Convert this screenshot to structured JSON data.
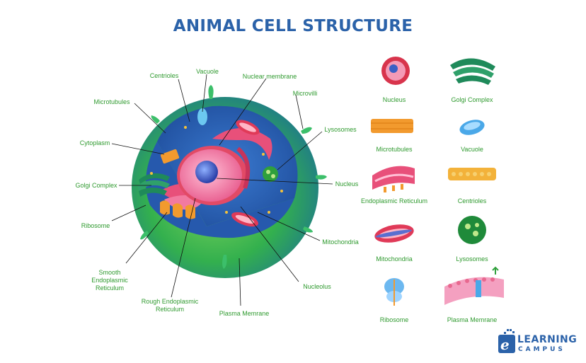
{
  "title": "ANIMAL CELL STRUCTURE",
  "diagram_labels": {
    "centrioles": "Centrioles",
    "vacuole": "Vacuole",
    "nuclear_membrane": "Nuclear membrane",
    "microvilli": "Microvilli",
    "microtubules": "Microtubules",
    "lysosomes": "Lysosomes",
    "cytoplasm": "Cytoplasm",
    "golgi_complex": "Golgi Complex",
    "nucleus": "Nucleus",
    "ribosome": "Ribosome",
    "mitochondria": "Mitochondria",
    "smooth_er_1": "Smooth",
    "smooth_er_2": "Endoplasmic",
    "smooth_er_3": "Reticulum",
    "nucleolus": "Nucleolus",
    "rough_er_1": "Rough Endoplasmic",
    "rough_er_2": "Reticulum",
    "plasma_membrane": "Plasma Memrane"
  },
  "panel": [
    {
      "label": "Nucleus",
      "icon": "nucleus-icon"
    },
    {
      "label": "Golgi Complex",
      "icon": "golgi-complex-icon"
    },
    {
      "label": "Microtubules",
      "icon": "microtubules-icon"
    },
    {
      "label": "Vacuole",
      "icon": "vacuole-icon"
    },
    {
      "label": "Endoplasmic Reticulum",
      "icon": "endoplasmic-reticulum-icon"
    },
    {
      "label": "Centrioles",
      "icon": "centrioles-icon"
    },
    {
      "label": "Mitochondria",
      "icon": "mitochondria-icon"
    },
    {
      "label": "Lysosomes",
      "icon": "lysosomes-icon"
    },
    {
      "label": "Ribosome",
      "icon": "ribosome-icon"
    },
    {
      "label": "Plasma Memrane",
      "icon": "plasma-membrane-icon"
    }
  ],
  "logo": {
    "line1": "LEARNING",
    "line2": "CAMPUS",
    "letter": "e"
  },
  "colors": {
    "title": "#2b62a9",
    "label": "#2f9a2f",
    "cell_outer": "#2fae4f",
    "cytoplasm": "#2d66b8",
    "nucleus_pink": "#f07aa8",
    "nucleolus": "#3a5fc4",
    "golgi": "#1f8a5a",
    "mitochondria": "#e03a58",
    "microtubules": "#f29a2e"
  }
}
